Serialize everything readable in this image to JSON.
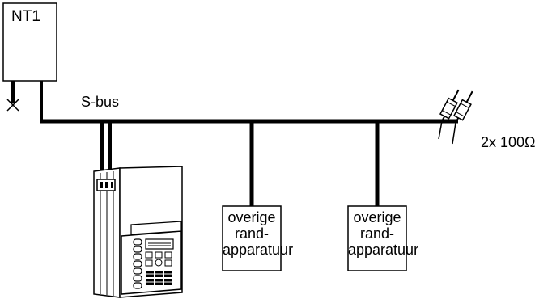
{
  "nt1": {
    "label": "NT1"
  },
  "bus": {
    "label": "S-bus"
  },
  "terminator": {
    "label": "2x 100Ω"
  },
  "devices": [
    {
      "lines": [
        "overige",
        "rand-",
        "apparatuur"
      ]
    },
    {
      "lines": [
        "overige",
        "rand-",
        "apparatuur"
      ]
    }
  ]
}
